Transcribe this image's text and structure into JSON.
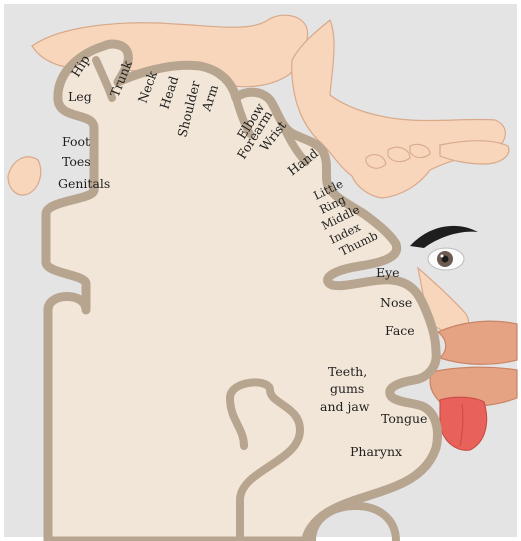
{
  "diagram": {
    "kind": "sensory homunculus",
    "colors": {
      "background": "#e4e4e4",
      "cortex_fill": "#f2e6d8",
      "cortex_outline": "#b8a590",
      "skin": "#f7d6bc",
      "skin_outline": "#d9a98a",
      "lips": "#e6a383",
      "tongue": "#e8625b",
      "eyebrow": "#1e1e1e",
      "text": "#1f1f1f"
    },
    "body_parts": [
      "hip-leg",
      "arm",
      "hand",
      "eye",
      "nose",
      "lips",
      "tongue"
    ]
  },
  "labels": {
    "hip": "Hip",
    "leg": "Leg",
    "trunk": "Trunk",
    "neck": "Neck",
    "head": "Head",
    "shoulder": "Shoulder",
    "arm": "Arm",
    "elbow": "Elbow",
    "forearm": "Forearm",
    "wrist": "Wrist",
    "hand": "Hand",
    "little": "Little",
    "ring": "Ring",
    "middle": "Middle",
    "index": "Index",
    "thumb": "Thumb",
    "foot": "Foot",
    "toes": "Toes",
    "genitals": "Genitals",
    "eye": "Eye",
    "nose": "Nose",
    "face": "Face",
    "teeth_1": "Teeth,",
    "teeth_2": "gums",
    "teeth_3": "and jaw",
    "tongue": "Tongue",
    "pharynx": "Pharynx"
  }
}
